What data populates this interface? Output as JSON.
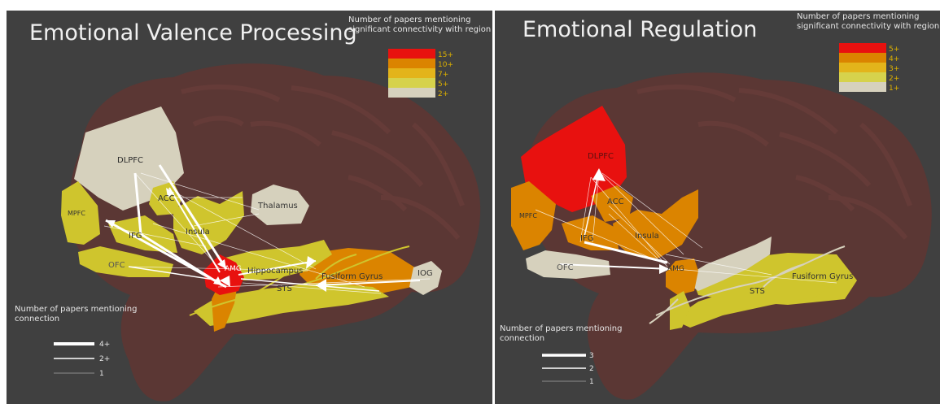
{
  "colors": {
    "background": "#404040",
    "brain": "#5e3532",
    "legend_red": "#e8110f",
    "legend_orange": "#db8400",
    "legend_gold": "#e3b41b",
    "legend_yellow": "#d6d24c",
    "legend_beige": "#d6d1bd",
    "arrow": "#ffffff"
  },
  "panels": [
    {
      "title": "Emotional Valence Processing",
      "region_legend": {
        "caption_line1": "Number of papers mentioning",
        "caption_line2": "significant connectivity with region",
        "levels": [
          "15+",
          "10+",
          "7+",
          "5+",
          "2+"
        ]
      },
      "regions": {
        "dlpfc": "DLPFC",
        "acc": "ACC",
        "mpfc": "MPFC",
        "ifg": "IFG",
        "insula": "Insula",
        "thalamus": "Thalamus",
        "ofc": "OFC",
        "amg": "AMG",
        "hippocampus": "Hippocampus",
        "sts": "STS",
        "fusiform": "Fusiform Gyrus",
        "iog": "IOG"
      },
      "connection_legend": {
        "caption_line1": "Number of papers mentioning",
        "caption_line2": "connection",
        "levels": [
          "4+",
          "2+",
          "1"
        ]
      }
    },
    {
      "title": "Emotional Regulation",
      "region_legend": {
        "caption_line1": "Number of papers mentioning",
        "caption_line2": "significant connectivity with region",
        "levels": [
          "5+",
          "4+",
          "3+",
          "2+",
          "1+"
        ]
      },
      "regions": {
        "dlpfc": "DLPFC",
        "acc": "ACC",
        "mpfc": "MPFC",
        "ifg": "IFG",
        "insula": "Insula",
        "ofc": "OFC",
        "amg": "AMG",
        "sts": "STS",
        "fusiform": "Fusiform Gyrus"
      },
      "connection_legend": {
        "caption_line1": "Number of papers mentioning",
        "caption_line2": "connection",
        "levels": [
          "3",
          "2",
          "1"
        ]
      }
    }
  ]
}
